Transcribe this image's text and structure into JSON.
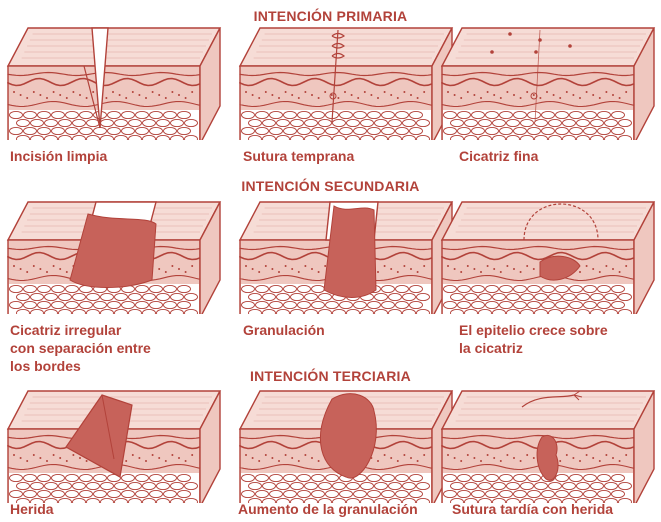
{
  "headings": {
    "primary": "INTENCIÓN PRIMARIA",
    "secondary": "INTENCIÓN SECUNDARIA",
    "tertiary": "INTENCIÓN TERCIARIA"
  },
  "captions": {
    "p1": "Incisión limpia",
    "p2": "Sutura temprana",
    "p3": "Cicatriz fina",
    "s1": "Cicatriz irregular\ncon separación entre\nlos bordes",
    "s2": "Granulación",
    "s3": "El epitelio crece sobre\nla cicatriz",
    "t1": "Herida",
    "t2": "Aumento de la granulación",
    "t3": "Sutura tardía con herida"
  },
  "colors": {
    "ink": "#b2423a",
    "skin_top": "#f6dcd6",
    "skin_side": "#efc7bf",
    "wound": "#c7625a",
    "fat": "#ffffff"
  }
}
